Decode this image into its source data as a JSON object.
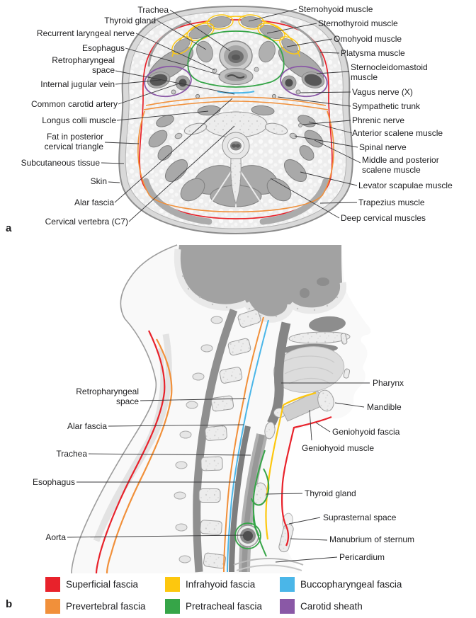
{
  "panel_a": {
    "letter": "a",
    "labels": {
      "trachea": "Trachea",
      "thyroid_gland": "Thyroid gland",
      "recurrent_laryngeal_nerve": "Recurrent laryngeal nerve",
      "esophagus": "Esophagus",
      "retropharyngeal_space": "Retropharyngeal space",
      "internal_jugular_vein": "Internal jugular vein",
      "common_carotid_artery": "Common carotid artery",
      "longus_colli_muscle": "Longus colli muscle",
      "fat_posterior_triangle": "Fat in posterior cervical triangle",
      "subcutaneous_tissue": "Subcutaneous tissue",
      "skin": "Skin",
      "alar_fascia": "Alar fascia",
      "cervical_vertebra": "Cervical vertebra (C7)",
      "sternohyoid": "Sternohyoid muscle",
      "sternothyroid": "Sternothyroid muscle",
      "omohyoid": "Omohyoid muscle",
      "platysma": "Platysma muscle",
      "sternocleidomastoid": "Sternocleidomastoid muscle",
      "vagus_nerve": "Vagus nerve (X)",
      "sympathetic_trunk": "Sympathetic trunk",
      "phrenic_nerve": "Phrenic nerve",
      "anterior_scalene": "Anterior scalene muscle",
      "spinal_nerve": "Spinal nerve",
      "middle_posterior_scalene": "Middle and posterior scalene muscle",
      "levator_scapulae": "Levator scapulae muscle",
      "trapezius": "Trapezius muscle",
      "deep_cervical": "Deep cervical muscles"
    }
  },
  "panel_b": {
    "letter": "b",
    "labels": {
      "retropharyngeal_space": "Retropharyngeal space",
      "alar_fascia": "Alar fascia",
      "trachea": "Trachea",
      "esophagus": "Esophagus",
      "aorta": "Aorta",
      "pharynx": "Pharynx",
      "mandible": "Mandible",
      "geniohyoid_fascia": "Geniohyoid fascia",
      "geniohyoid_muscle": "Geniohyoid muscle",
      "thyroid_gland": "Thyroid gland",
      "suprasternal_space": "Suprasternal space",
      "manubrium": "Manubrium of sternum",
      "pericardium": "Pericardium"
    }
  },
  "legend": {
    "items": [
      {
        "label": "Superficial fascia",
        "color": "#e8222b"
      },
      {
        "label": "Infrahyoid fascia",
        "color": "#fdc70e"
      },
      {
        "label": "Buccopharyngeal fascia",
        "color": "#4ab6e8"
      },
      {
        "label": "Prevertebral fascia",
        "color": "#f1903a"
      },
      {
        "label": "Pretracheal fascia",
        "color": "#36a548"
      },
      {
        "label": "Carotid sheath",
        "color": "#8a58a6"
      }
    ]
  }
}
